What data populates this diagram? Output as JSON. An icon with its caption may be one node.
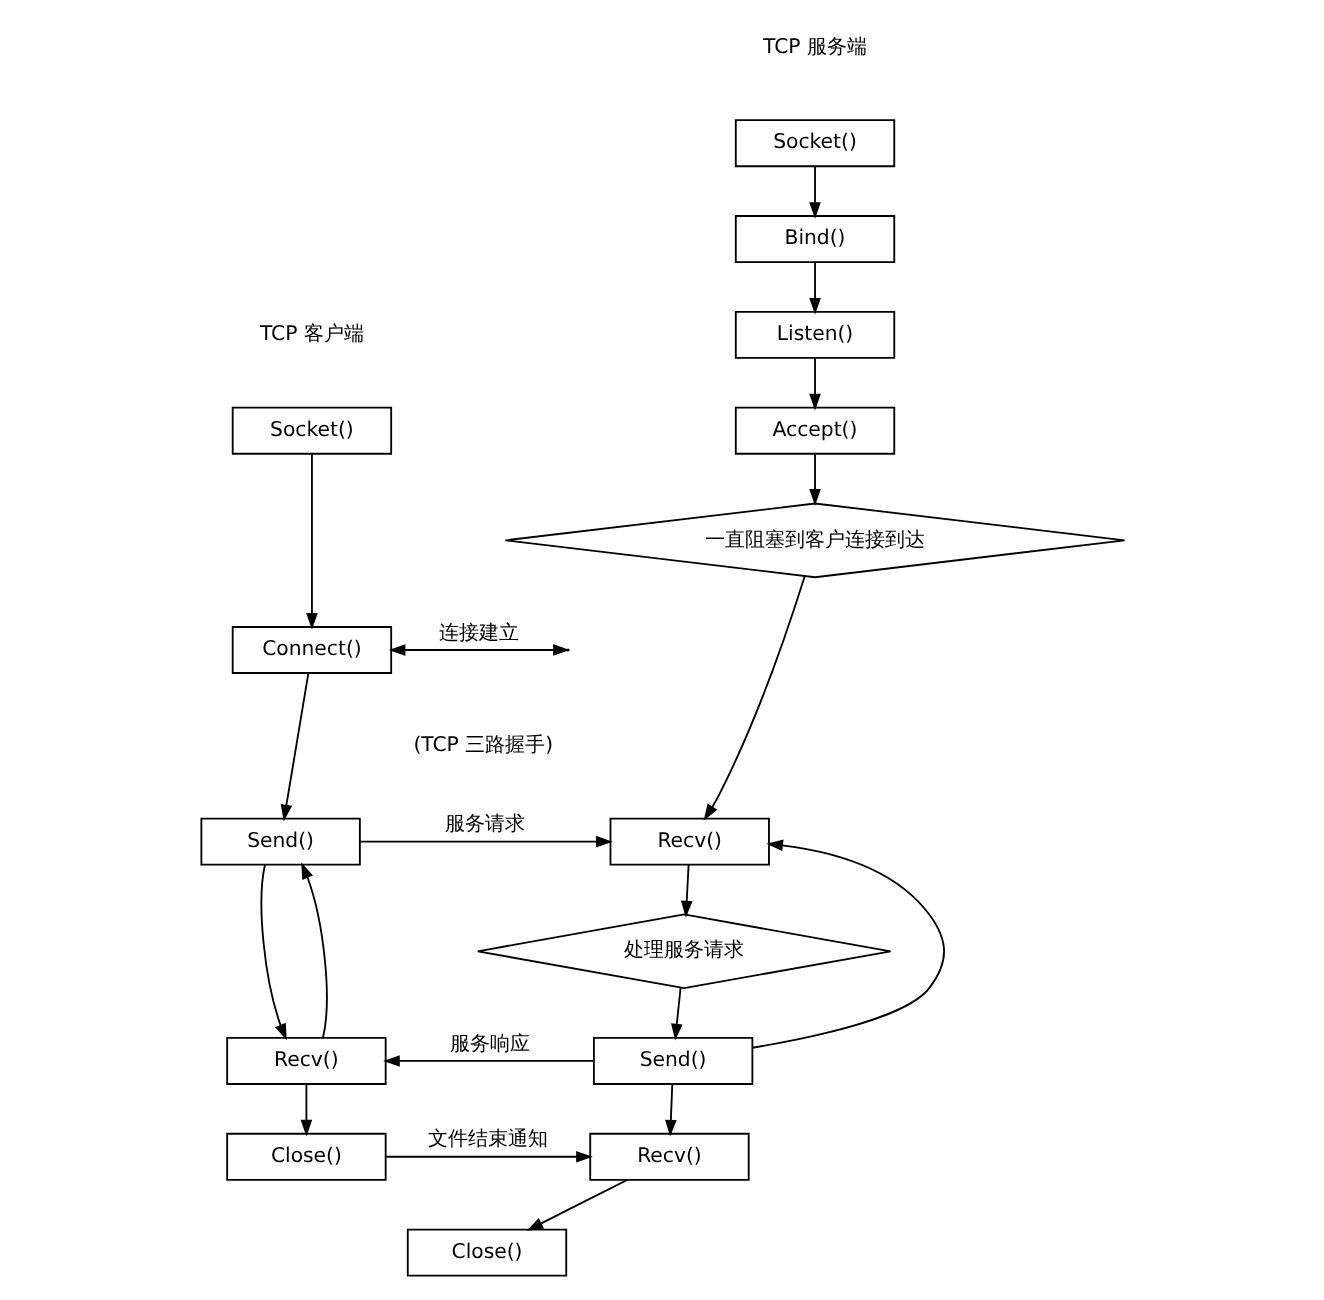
{
  "diagram": {
    "nodes": [
      {
        "text": [
          "Socket()"
        ]
      },
      {
        "text": [
          "Bind()"
        ]
      },
      {
        "text": [
          "Listen()"
        ]
      },
      {
        "text": [
          "Accept()"
        ]
      },
      {
        "text": [
          "一直阻塞到客户连接到达"
        ]
      },
      {
        "text": [
          "Recv()"
        ]
      },
      {
        "text": [
          "处理服务请求"
        ]
      },
      {
        "text": [
          "Send()"
        ]
      },
      {
        "text": [
          "Recv()"
        ]
      },
      {
        "text": [
          "Close()"
        ]
      },
      {
        "text": [
          "Socket()"
        ]
      },
      {
        "text": [
          "Connect()"
        ]
      },
      {
        "text": [
          "Send()"
        ]
      },
      {
        "text": [
          "Recv()"
        ]
      },
      {
        "text": [
          "Close()"
        ]
      }
    ],
    "edges": [
      {
        "from": 0,
        "to": 1,
        "arrow": "to"
      },
      {
        "from": 1,
        "to": 2,
        "arrow": "to"
      },
      {
        "from": 2,
        "to": 3,
        "arrow": "to"
      },
      {
        "from": 3,
        "to": 4,
        "arrow": "to"
      },
      {
        "from": 4,
        "to": 5,
        "arrow": "to"
      },
      {
        "from": 5,
        "to": 6,
        "arrow": "to"
      },
      {
        "from": 6,
        "to": 7,
        "arrow": "to"
      },
      {
        "from": 7,
        "to": 8,
        "arrow": "to"
      },
      {
        "from": 8,
        "to": 9,
        "arrow": "to"
      },
      {
        "from": 7,
        "to": 5,
        "arrow": "to"
      },
      {
        "from": 10,
        "to": 11,
        "arrow": "to"
      },
      {
        "from": 11,
        "to": 12,
        "arrow": "to"
      },
      {
        "from": 12,
        "to": 13,
        "arrow": "to"
      },
      {
        "from": 13,
        "to": 12,
        "arrow": "to"
      },
      {
        "from": 13,
        "to": 14,
        "arrow": "to"
      },
      {
        "from": 11,
        "to": null,
        "arrow": "both",
        "label": "连接建立"
      },
      {
        "from": 12,
        "to": 5,
        "arrow": "to",
        "label": "服务请求"
      },
      {
        "from": 7,
        "to": 13,
        "arrow": "to",
        "label": "服务响应"
      },
      {
        "from": 14,
        "to": 8,
        "arrow": "to",
        "label": "文件结束通知"
      }
    ],
    "labels": [
      "TCP 服务端",
      "TCP 客户端",
      "(TCP 三路握手)"
    ]
  }
}
